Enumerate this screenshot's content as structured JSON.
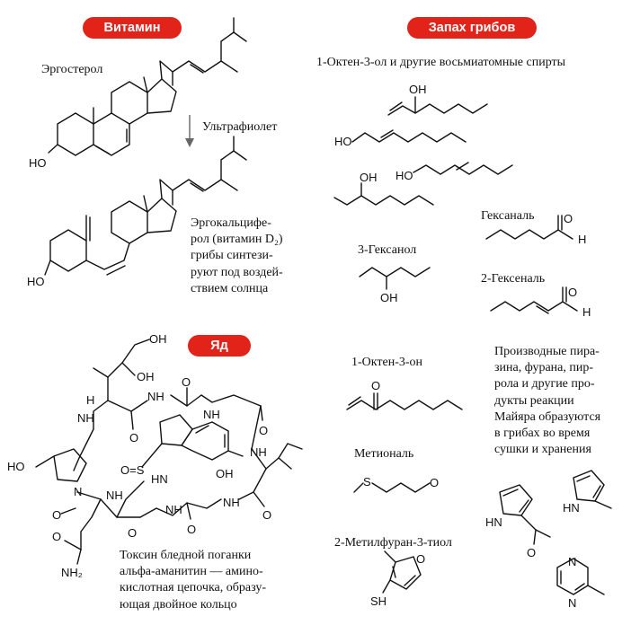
{
  "badges": {
    "vitamin": "Витамин",
    "mushroom_smell": "Запах грибов",
    "poison": "Яд"
  },
  "vitamin_section": {
    "ergosterol": "Эргостерол",
    "uv_label": "Ультрафиолет",
    "ergocalciferol_lines": [
      "Эргокальцифе-",
      "рол (витамин D₂)",
      "грибы синтези-",
      "руют под воздей-",
      "ствием солнца"
    ]
  },
  "smell_section": {
    "octenol_heading": "1-Октен-3-ол и другие восьмиатомные спирты",
    "hexanal": "Гексаналь",
    "hexanol": "3-Гексанол",
    "hexenal": "2-Гексеналь",
    "octenone": "1-Октен-3-он",
    "methional": "Метиональ",
    "methylfuranthiol": "2-Метилфуран-3-тиол",
    "maillard_lines": [
      "Производные пира-",
      "зина, фурана, пир-",
      "рола и другие про-",
      "дукты реакции",
      "Майяра образуются",
      "в грибах во время",
      "сушки и хранения"
    ]
  },
  "poison_section": {
    "caption_lines": [
      "Токсин бледной поганки",
      "альфа-аманитин — амино-",
      "кислотная цепочка, образу-",
      "ющая двойное кольцо"
    ]
  },
  "atoms": {
    "ho": "HO",
    "oh": "OH",
    "o": "O",
    "h": "H",
    "hn": "HN",
    "nh": "NH",
    "n": "N",
    "s": "S",
    "sh": "SH",
    "os": "O=S",
    "nh2": "NH₂"
  },
  "colors": {
    "accent": "#e2231a",
    "text": "#111111",
    "arrow": "#666666"
  }
}
